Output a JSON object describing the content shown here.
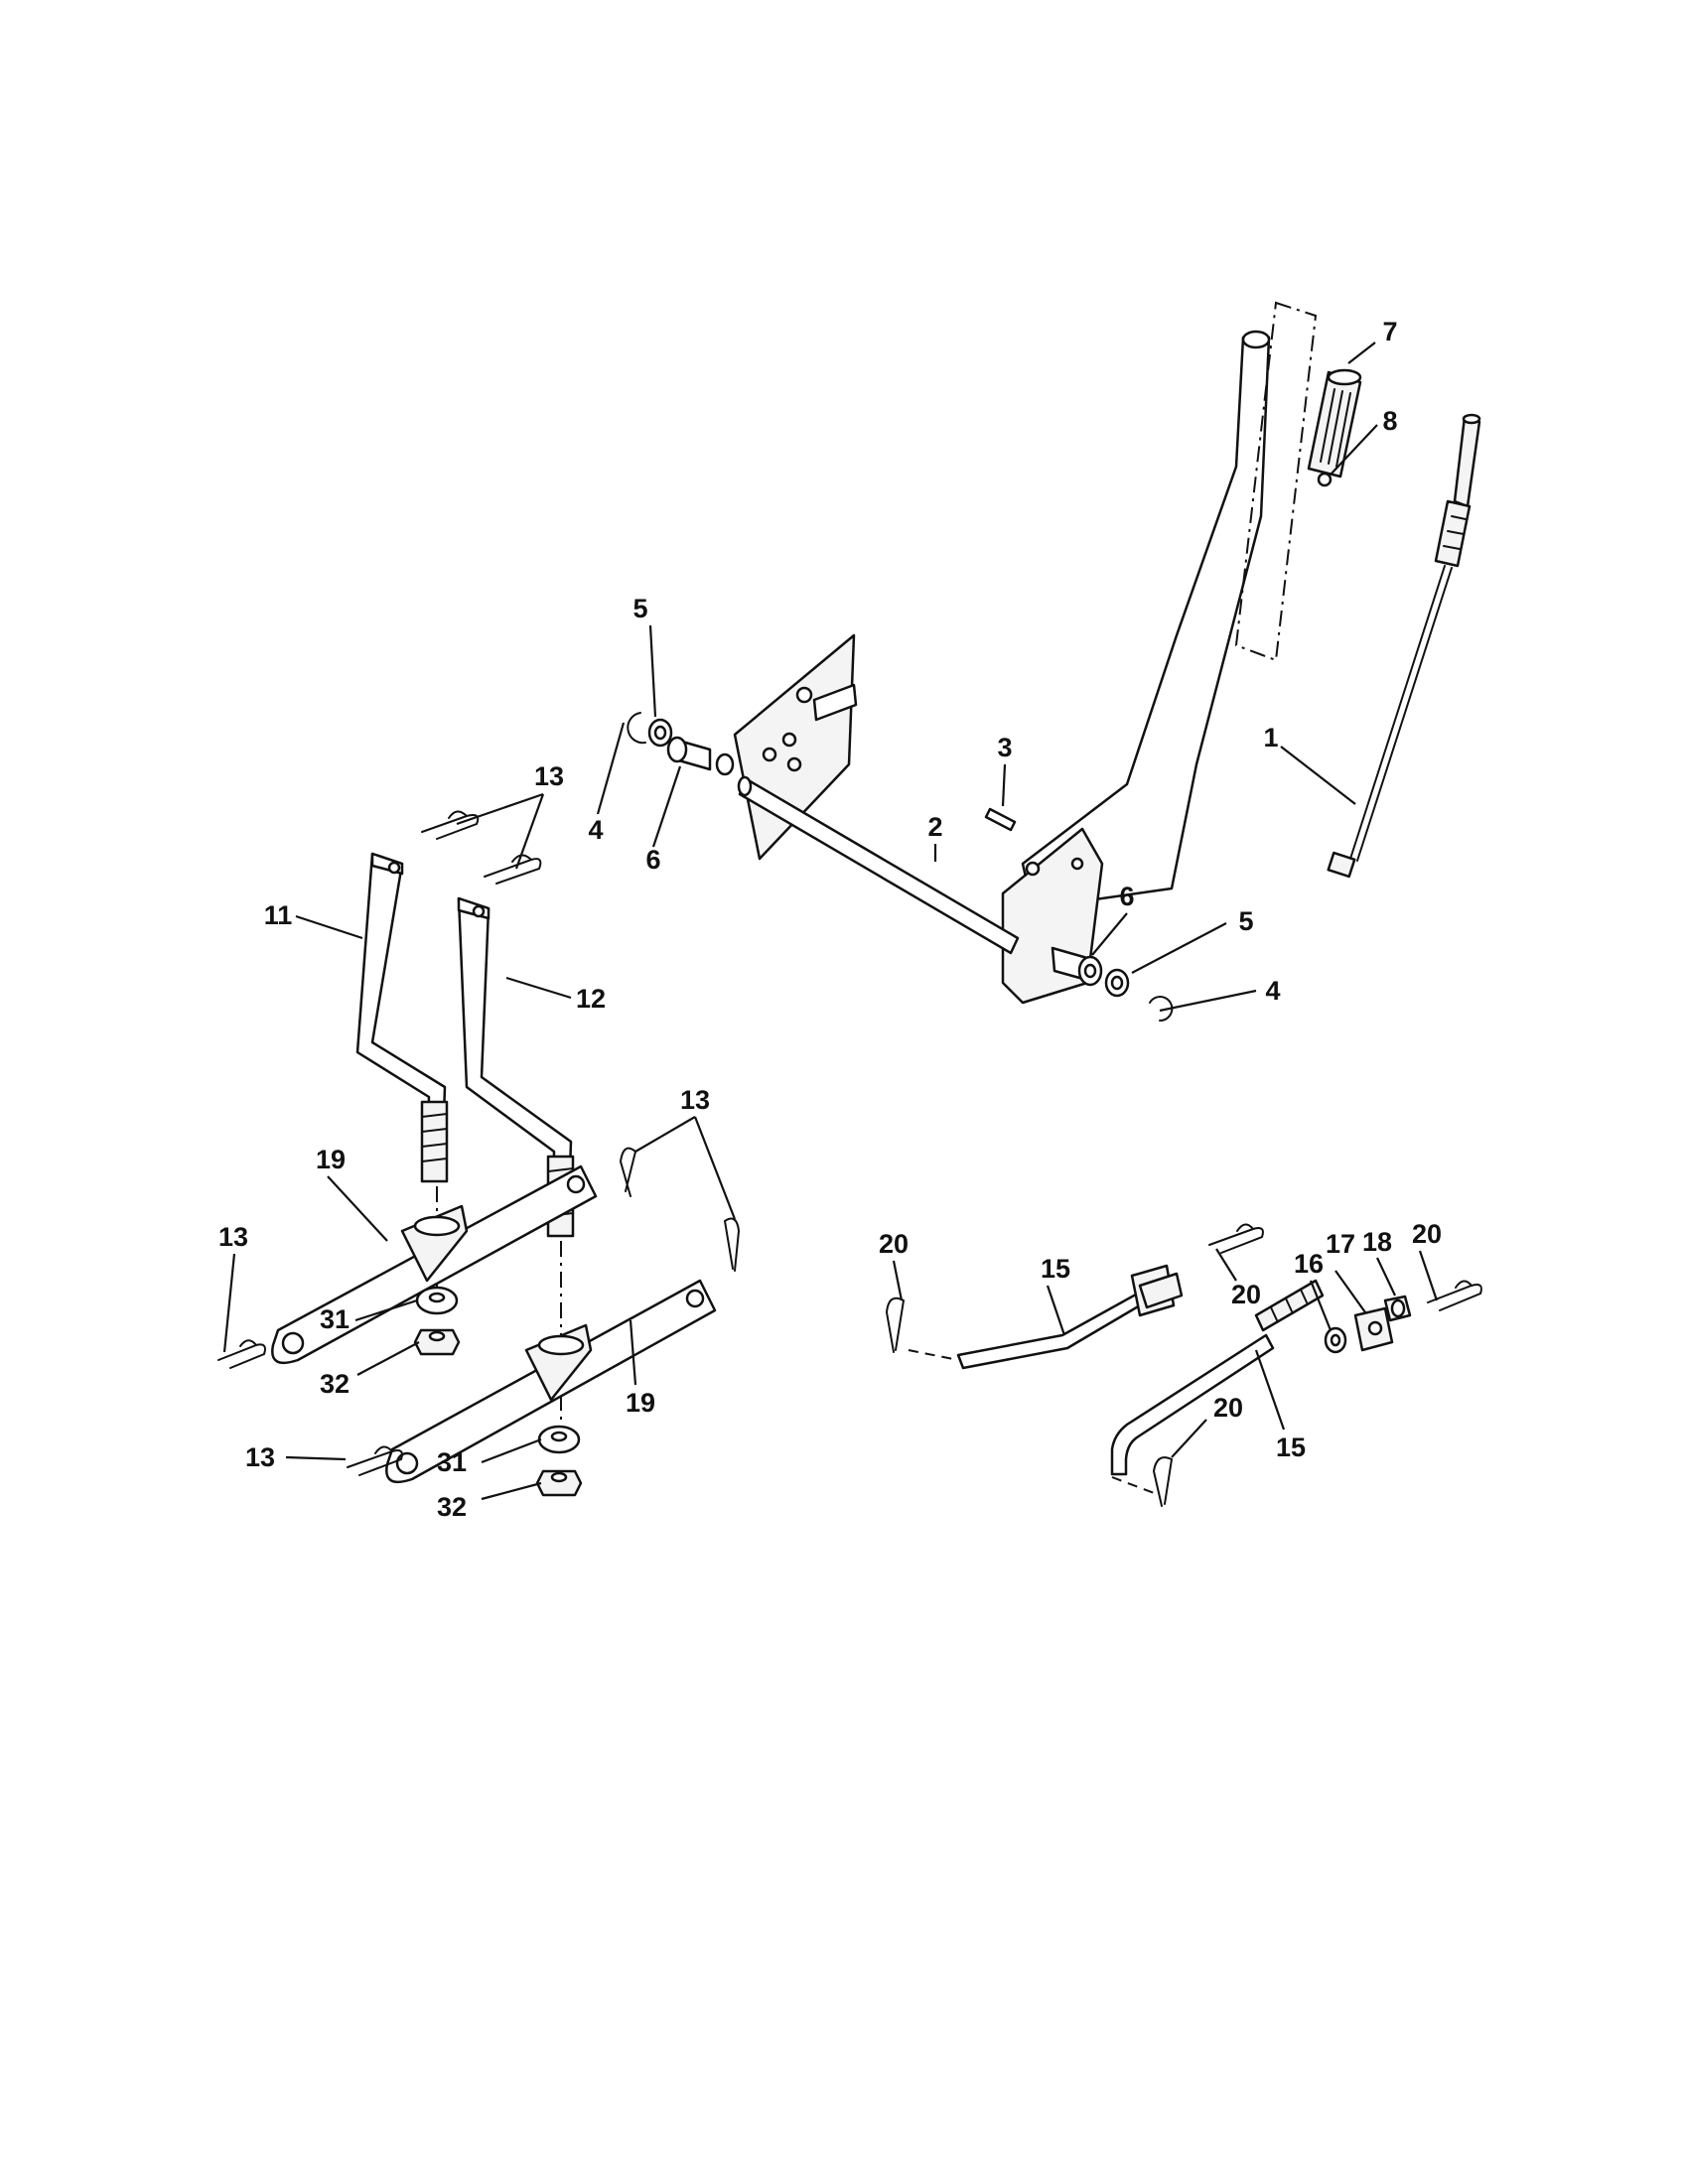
{
  "diagram": {
    "callouts": {
      "c1": "1",
      "c2": "2",
      "c3": "3",
      "c4a": "4",
      "c4b": "4",
      "c5a": "5",
      "c5b": "5",
      "c6a": "6",
      "c6b": "6",
      "c7": "7",
      "c8": "8",
      "c11": "11",
      "c12": "12",
      "c13a": "13",
      "c13b": "13",
      "c13c": "13",
      "c13d": "13",
      "c15a": "15",
      "c15b": "15",
      "c16": "16",
      "c17": "17",
      "c18": "18",
      "c19a": "19",
      "c19b": "19",
      "c20a": "20",
      "c20b": "20",
      "c20c": "20",
      "c20d": "20",
      "c31a": "31",
      "c31b": "31",
      "c32a": "32",
      "c32b": "32"
    }
  }
}
